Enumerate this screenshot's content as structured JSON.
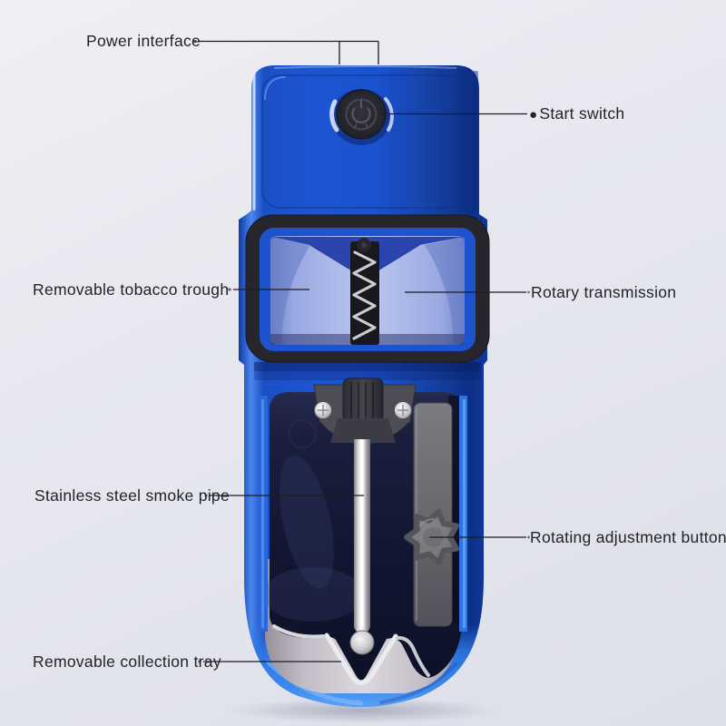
{
  "labels": {
    "power_interface": {
      "text": "Power interface"
    },
    "start_switch": {
      "bullet_icon": "●",
      "text": "Start switch"
    },
    "tobacco_trough": {
      "text": "Removable tobacco trough"
    },
    "rotary_transmission": {
      "text": "Rotary transmission"
    },
    "smoke_pipe": {
      "text": "Stainless steel smoke pipe"
    },
    "adjustment_button": {
      "text": "Rotating adjustment button"
    },
    "collection_tray": {
      "text": "Removable collection tray"
    }
  },
  "colors": {
    "background": "#e7e8ef",
    "body_blue": "#1b52cf",
    "body_blue_dark": "#0d2f85",
    "body_blue_light": "#4f8ff2",
    "base_blue": "#3f8cf0",
    "frame_black": "#26262c",
    "funnel_light": "#bcc6ee",
    "funnel_dark": "#1e3ca8",
    "recess_navy": "#111530",
    "metal_silver": "#d8d8db",
    "knob_gray": "#76767c",
    "tray_silver": "#ddd8de",
    "callout_line": "#1d1d20",
    "label_text": "#232327"
  }
}
